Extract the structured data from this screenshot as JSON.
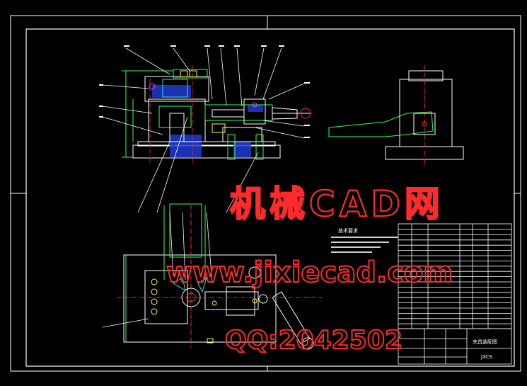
{
  "drawing": {
    "technical_requirements_title": "技术要求",
    "title_block": {
      "drawing_name": "夹具装配图",
      "drawing_code": "JXCS"
    }
  },
  "watermark": {
    "site_name": "机械CAD网",
    "url": "www.jixiecad.com",
    "qq": "QQ:2042502"
  },
  "colors": {
    "background": "#000000",
    "outline": "#ffffff",
    "green": "#33ff55",
    "cyan": "#33dddd",
    "hatch": "#3355ff",
    "yellow": "#ffff33",
    "magenta": "#ff33ff",
    "red": "#ff2a2a"
  }
}
